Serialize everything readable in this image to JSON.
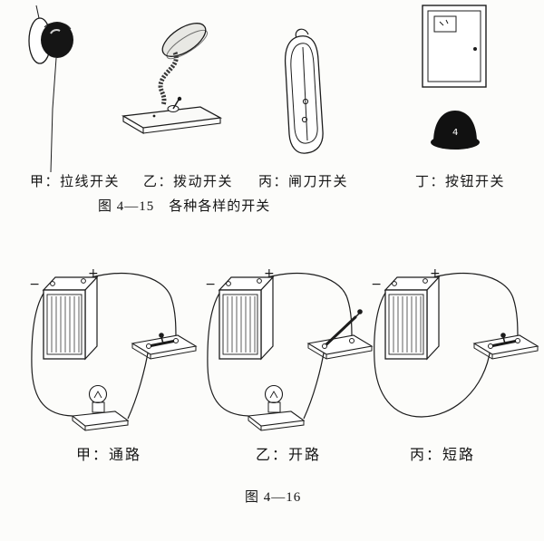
{
  "figure_4_15": {
    "items": [
      {
        "label": "甲：拉线开关"
      },
      {
        "label": "乙：拨动开关"
      },
      {
        "label": "丙：闸刀开关"
      },
      {
        "label": "丁：按钮开关"
      }
    ],
    "caption": "图 4—15　各种各样的开关",
    "bell_mark": "4"
  },
  "figure_4_16": {
    "battery_minus": "−",
    "battery_plus": "+",
    "items": [
      {
        "label": "甲：通路"
      },
      {
        "label": "乙：开路"
      },
      {
        "label": "丙：短路"
      }
    ],
    "caption": "图 4—16"
  }
}
